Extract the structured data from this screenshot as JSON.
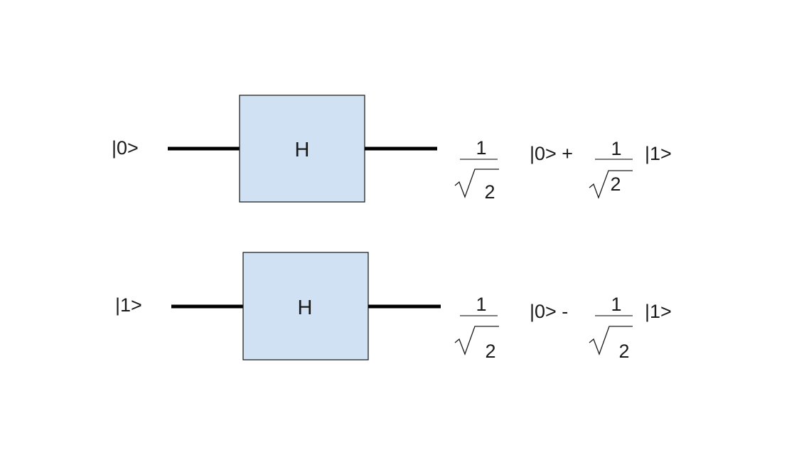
{
  "colors": {
    "gate_fill": "#cfe1f3",
    "gate_stroke": "#222222",
    "wire": "#000000",
    "text": "#1a1a1a"
  },
  "circuits": [
    {
      "input": "|0>",
      "gate": "H",
      "output": {
        "coef1": {
          "num": "1",
          "den": "2"
        },
        "ket1": "|0> +",
        "coef2": {
          "num": "1",
          "den": "2"
        },
        "ket2": "|1>"
      }
    },
    {
      "input": "|1>",
      "gate": "H",
      "output": {
        "coef1": {
          "num": "1",
          "den": "2"
        },
        "ket1": "|0> -",
        "coef2": {
          "num": "1",
          "den": "2"
        },
        "ket2": "|1>"
      }
    }
  ]
}
